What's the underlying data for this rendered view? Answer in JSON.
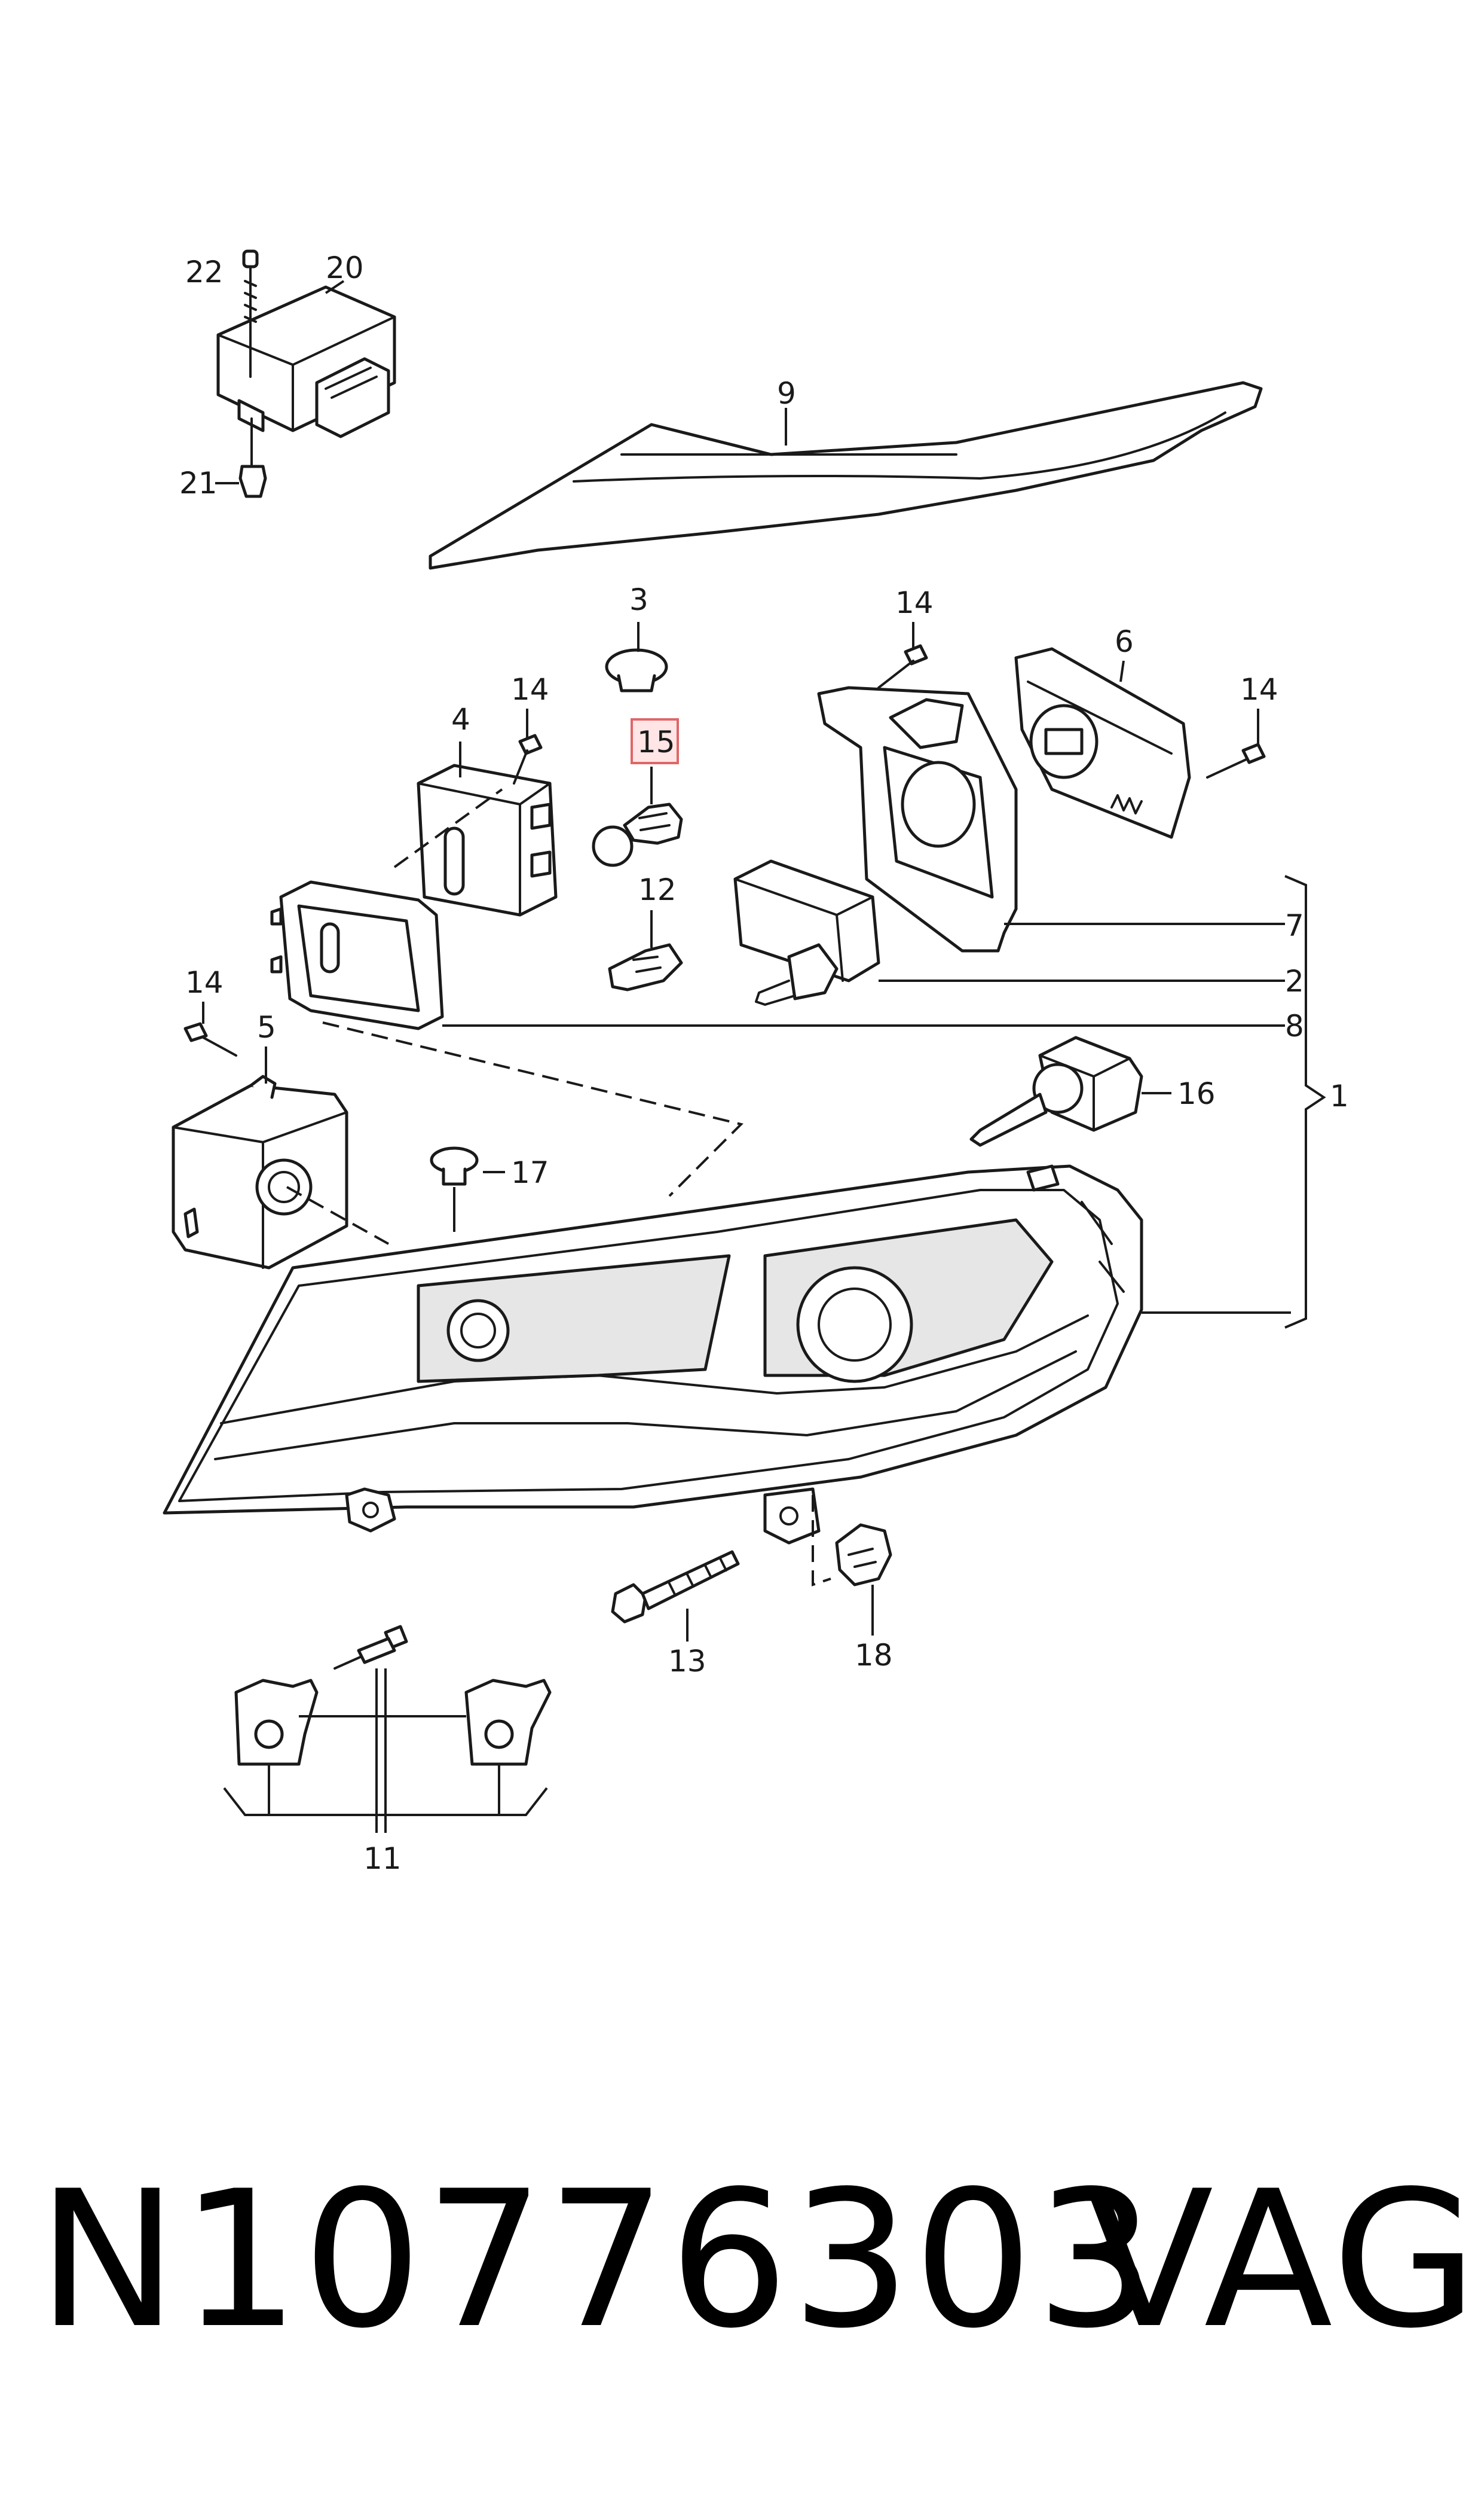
{
  "diagram": {
    "callouts": {
      "c1": "1",
      "c2": "2",
      "c3": "3",
      "c4": "4",
      "c5": "5",
      "c6": "6",
      "c7": "7",
      "c8": "8",
      "c9": "9",
      "c11": "11",
      "c12": "12",
      "c13": "13",
      "c14a": "14",
      "c14b": "14",
      "c14c": "14",
      "c14d": "14",
      "c15": "15",
      "c16": "16",
      "c17": "17",
      "c18": "18",
      "c20": "20",
      "c21": "21",
      "c22": "22"
    },
    "highlighted_callout": "15",
    "highlight_color": "#e06666"
  },
  "footer": {
    "part_number": "N10776303",
    "brand": "VAG"
  }
}
